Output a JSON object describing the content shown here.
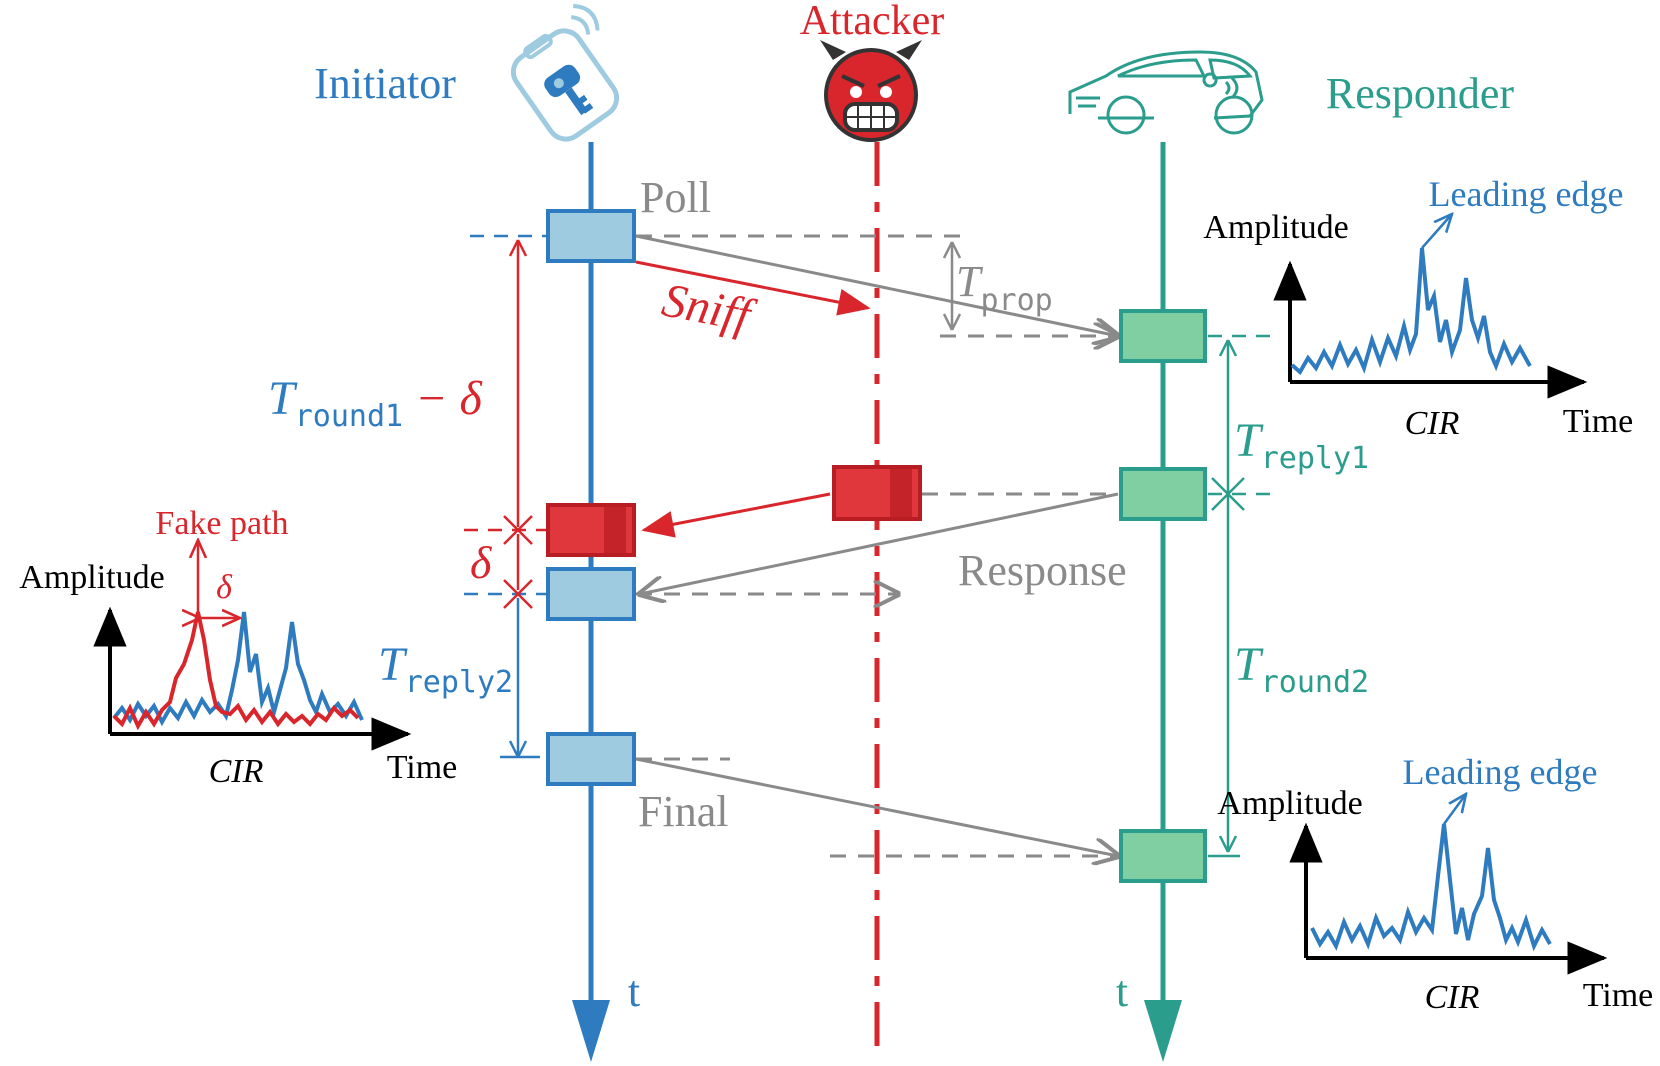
{
  "colors": {
    "initiator": "#2e7bbf",
    "initiator_fill": "#9ecbe0",
    "attacker": "#d9262c",
    "attacker_fill": "#e0373c",
    "responder": "#2a9d8c",
    "responder_fill": "#80cfa3",
    "gray": "#8a8a8a",
    "black": "#000000"
  },
  "actors": {
    "initiator": {
      "label": "Initiator",
      "icon": "key-fob-icon"
    },
    "attacker": {
      "label": "Attacker",
      "icon": "devil-face-icon"
    },
    "responder": {
      "label": "Responder",
      "icon": "car-icon"
    }
  },
  "time_axis": {
    "initiator": "t",
    "responder": "t"
  },
  "messages": {
    "poll": "Poll",
    "sniff": "Sniff",
    "response": "Response",
    "final": "Final"
  },
  "intervals": {
    "t_prop": {
      "symbol": "T",
      "sub": "prop"
    },
    "t_round1": {
      "symbol": "T",
      "sub": "round1",
      "suffix": " − δ"
    },
    "t_reply1": {
      "symbol": "T",
      "sub": "reply1"
    },
    "t_reply2": {
      "symbol": "T",
      "sub": "reply2"
    },
    "t_round2": {
      "symbol": "T",
      "sub": "round2"
    },
    "delta": "δ"
  },
  "cir_plots": {
    "initiator": {
      "ylabel": "Amplitude",
      "xlabel": "Time",
      "caption": "CIR",
      "fake_path": "Fake path",
      "delta": "δ"
    },
    "responder_top": {
      "ylabel": "Amplitude",
      "xlabel": "Time",
      "caption": "CIR",
      "leading_edge": "Leading edge"
    },
    "responder_bottom": {
      "ylabel": "Amplitude",
      "xlabel": "Time",
      "caption": "CIR",
      "leading_edge": "Leading edge"
    }
  }
}
